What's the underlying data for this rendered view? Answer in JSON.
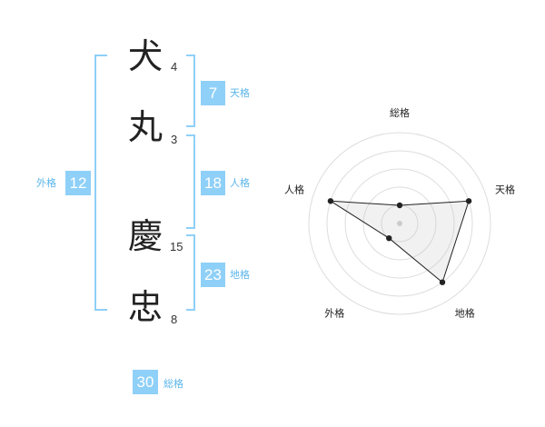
{
  "name": {
    "chars": [
      {
        "char": "犬",
        "strokes": "4"
      },
      {
        "char": "丸",
        "strokes": "3"
      },
      {
        "char": "慶",
        "strokes": "15"
      },
      {
        "char": "忠",
        "strokes": "8"
      }
    ]
  },
  "kaku": {
    "ten": {
      "value": "7",
      "label": "天格"
    },
    "jin": {
      "value": "18",
      "label": "人格"
    },
    "chi": {
      "value": "23",
      "label": "地格"
    },
    "gai": {
      "value": "12",
      "label": "外格"
    },
    "sou": {
      "value": "30",
      "label": "総格"
    }
  },
  "colors": {
    "accent": "#8fd0f8",
    "label": "#5bb6ea"
  },
  "chart_data": {
    "type": "radar",
    "axes": [
      "総格",
      "天格",
      "地格",
      "外格",
      "人格"
    ],
    "values": [
      1,
      4,
      4,
      1,
      4
    ],
    "rmax": 5,
    "grid_rings": 5
  }
}
